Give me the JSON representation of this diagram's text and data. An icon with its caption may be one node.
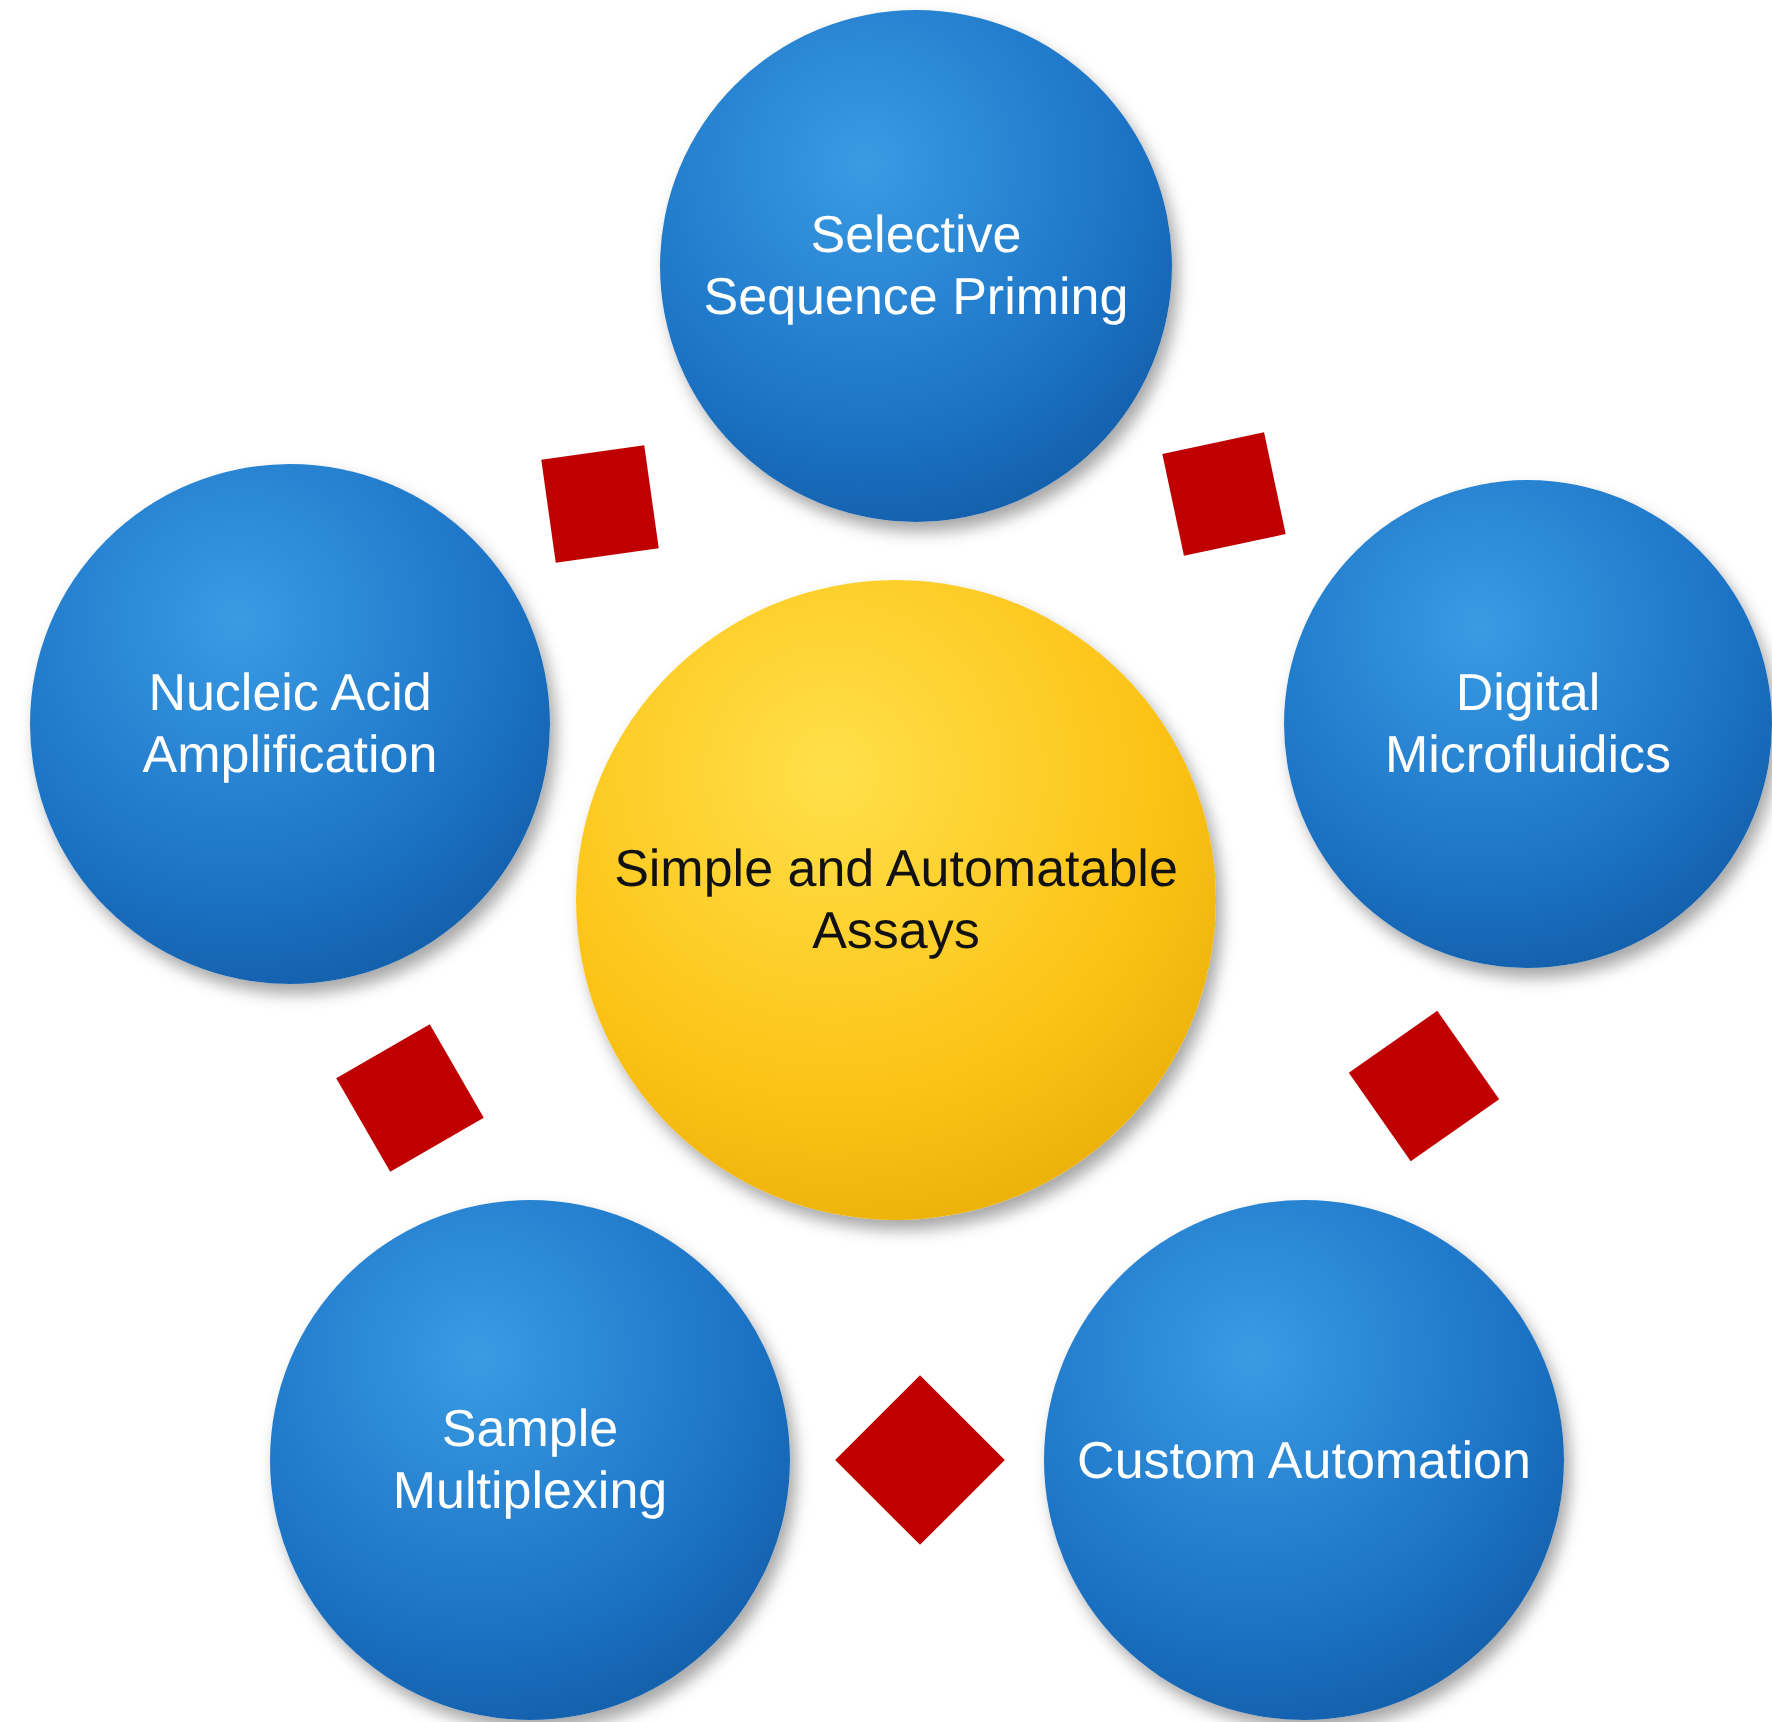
{
  "diagram": {
    "nodes": [
      {
        "text": [
          "Selective Sequence Priming"
        ]
      },
      {
        "text": [
          "Nucleic Acid Amplification"
        ]
      },
      {
        "text": [
          "Simple and Automatable Assays"
        ]
      },
      {
        "text": [
          "Digital Microfluidics"
        ]
      },
      {
        "text": [
          "Sample Multiplexing"
        ]
      },
      {
        "text": [
          "Custom Automation"
        ]
      },
      {
        "text": [],
        "shape": "diamond"
      },
      {
        "text": [],
        "shape": "diamond"
      },
      {
        "text": [],
        "shape": "diamond"
      },
      {
        "text": [],
        "shape": "diamond"
      },
      {
        "text": [],
        "shape": "diamond"
      }
    ]
  }
}
